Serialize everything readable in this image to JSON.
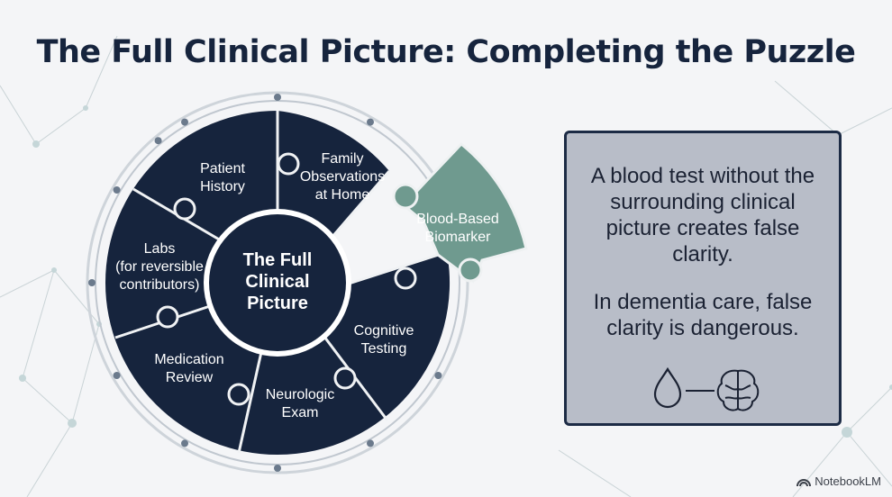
{
  "title": "The Full Clinical Picture: Completing the Puzzle",
  "hub": {
    "lines": [
      "The Full",
      "Clinical",
      "Picture"
    ]
  },
  "segments": [
    {
      "lines": [
        "Patient",
        "History"
      ]
    },
    {
      "lines": [
        "Family",
        "Observations",
        "at Home"
      ]
    },
    {
      "lines": [
        "Labs",
        "(for reversible",
        "contributors)"
      ]
    },
    {
      "lines": [
        "Medication",
        "Review"
      ]
    },
    {
      "lines": [
        "Neurologic",
        "Exam"
      ]
    },
    {
      "lines": [
        "Cognitive",
        "Testing"
      ]
    }
  ],
  "missing_piece": {
    "lines": [
      "Blood-Based",
      "Biomarker"
    ]
  },
  "callout": {
    "paragraph1": "A blood test without the surrounding clinical picture creates false clarity.",
    "paragraph2": "In dementia care, false clarity is dangerous."
  },
  "icons": [
    "blood-drop-icon",
    "brain-icon"
  ],
  "colors": {
    "navy": "#16243d",
    "teal": "#6f9a8f",
    "callout_bg": "#b8bdc8"
  },
  "branding": "NotebookLM"
}
